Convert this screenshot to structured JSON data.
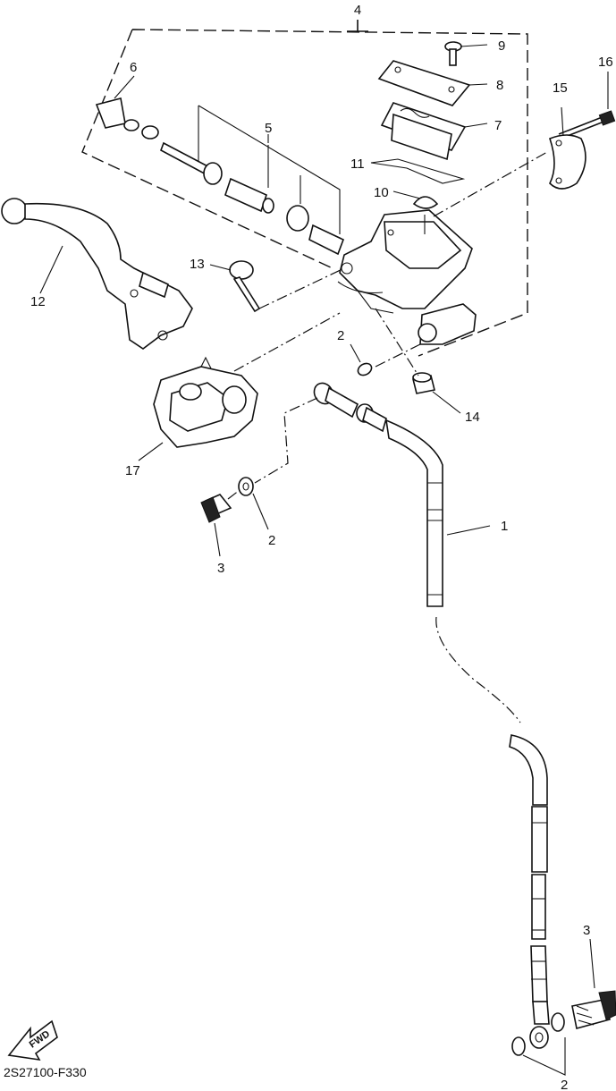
{
  "callouts": {
    "c1": "1",
    "c2a": "2",
    "c2b": "2",
    "c2c": "2",
    "c3a": "3",
    "c3b": "3",
    "c4": "4",
    "c5": "5",
    "c6": "6",
    "c7": "7",
    "c8": "8",
    "c9": "9",
    "c10": "10",
    "c11": "11",
    "c12": "12",
    "c13": "13",
    "c14": "14",
    "c15": "15",
    "c16": "16",
    "c17": "17"
  },
  "fwd_label": "FWD",
  "diagram_code": "2S27100-F330"
}
